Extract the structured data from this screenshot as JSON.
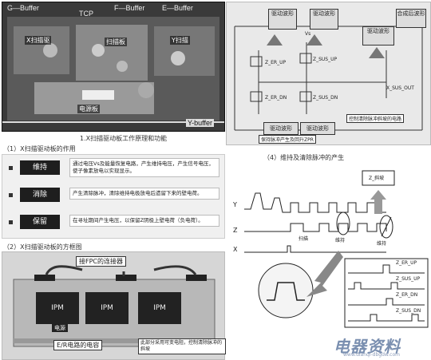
{
  "photo": {
    "buffers": [
      "G—Buffer",
      "TCP",
      "F—Buffer",
      "E—Buffer"
    ],
    "labels": [
      "X扫描驱",
      "扫描板",
      "Y扫描",
      "电源板"
    ],
    "y_buffer": "Y-buffer",
    "caption": "1.X扫描驱动板工作原理和功能"
  },
  "section1": {
    "title": "（1）X扫描驱动板的作用",
    "rows": [
      {
        "button": "维持",
        "text": "通过电压Vs及能量恢复电路，产生维持电压，产生信号电压，使子像素放电以实现显示。"
      },
      {
        "button": "消除",
        "text": "产生清除脉冲，清除维持电极放电后遗留下来的壁电荷。"
      },
      {
        "button": "保留",
        "text": "在寻址期间产生电压，以保留Z阴极上壁电荷（负电荷）。"
      }
    ]
  },
  "section2": {
    "title": "（2）X扫描驱动板的方框图",
    "connector": "接FPC的连接器",
    "ipm": [
      "IPM",
      "IPM",
      "IPM"
    ],
    "power": "电源",
    "er": "E/R电路的电容",
    "note": "此部分采用可变电阻，控制清除脉冲的斜坡"
  },
  "circuit": {
    "boxes": [
      "驱动波形",
      "驱动波形",
      "驱动波形",
      "合成后波形"
    ],
    "bottom_boxes": [
      "驱动波形",
      "驱动波形"
    ],
    "vs": "Vs",
    "labels": [
      "Z_ER_UP",
      "Z_SUS_UP",
      "Z_ER_DN",
      "Z_SUS_DN",
      "X_SUS_OUT"
    ],
    "note1": "保持脉冲产生及回升ZPR",
    "note2": "控制清除脉冲斜坡的电路"
  },
  "section4": {
    "title": "（4）维持及清除脉冲的产生",
    "z_label": "Z_斜坡",
    "axis_labels": [
      "Y",
      "Z",
      "X"
    ],
    "phase_labels": [
      "扫描",
      "维持",
      "维持"
    ],
    "signal_labels": [
      "Z_ER_UP",
      "Z_SUS_UP",
      "Z_ER_DN",
      "Z_SUS_DN"
    ]
  },
  "watermark": "电器资料",
  "watermark_url": "www.dianqi-dbgdw.com"
}
